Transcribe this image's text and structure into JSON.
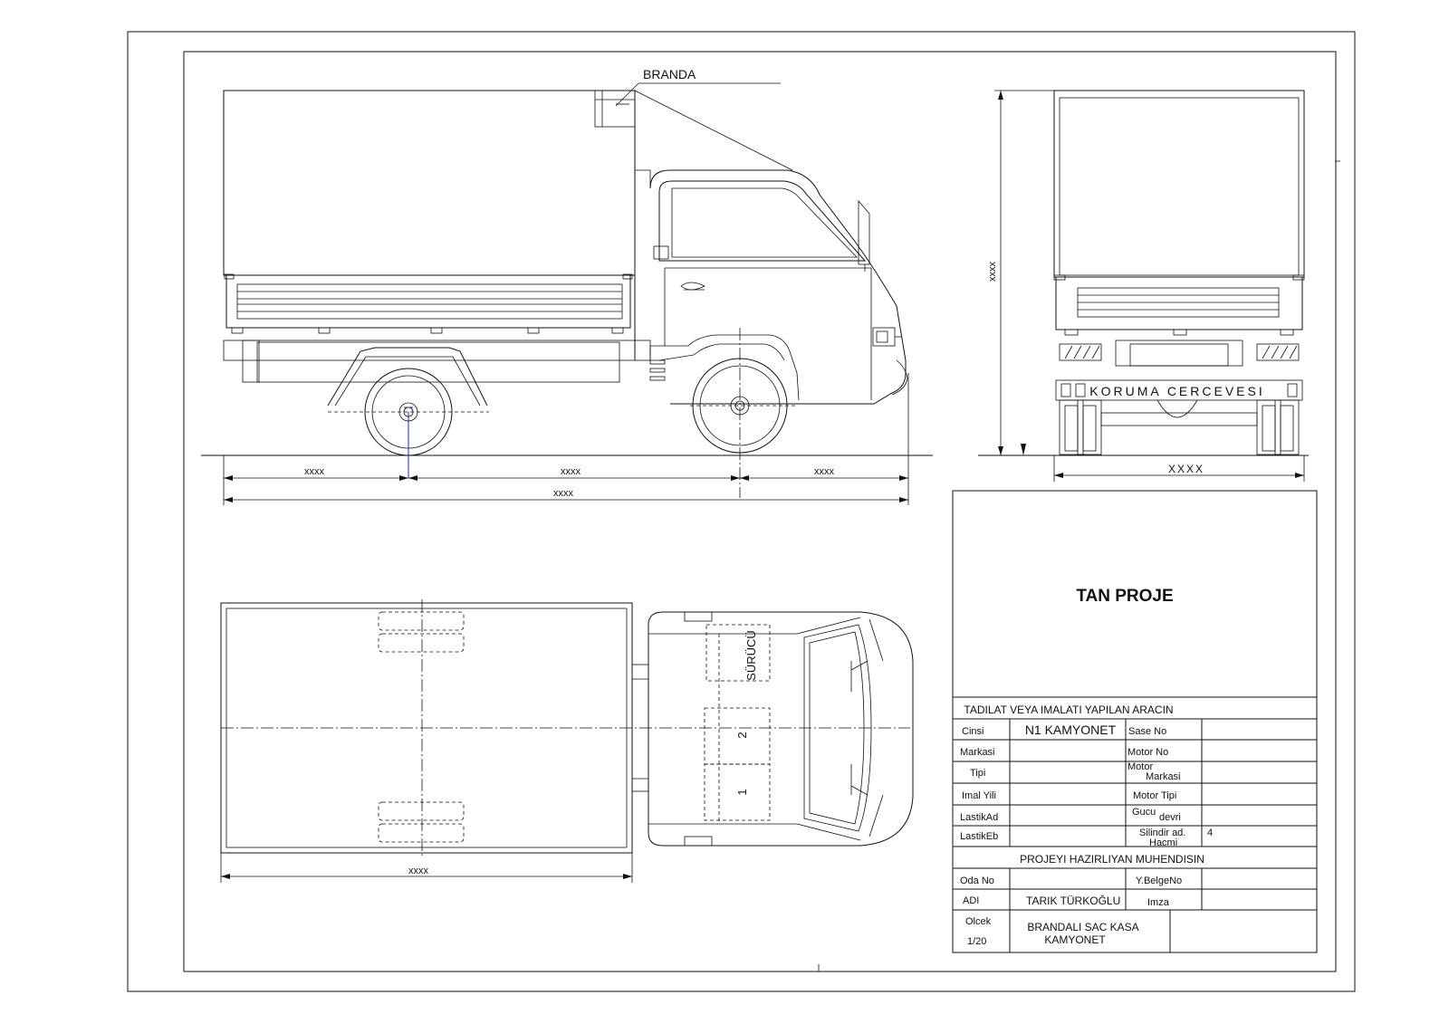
{
  "drawing": {
    "branda_label": "BRANDA",
    "koruma_label": "KORUMA CERCEVESI",
    "surucu_label": "SÜRÜCÜ",
    "seat_1": "1",
    "seat_2": "2",
    "side_view": {
      "dim_rear": "xxxx",
      "dim_wheelbase": "xxxx",
      "dim_front": "xxxx",
      "dim_total": "xxxx"
    },
    "rear_view": {
      "dim_height": "xxxx",
      "dim_width": "XXXX"
    },
    "top_view": {
      "dim_length": "xxxx"
    }
  },
  "title_block": {
    "company": "TAN PROJE",
    "section_vehicle": "TADILAT VEYA IMALATI YAPILAN ARACIN",
    "rows": {
      "cinsi_label": "Cinsi",
      "cinsi_value": "N1 KAMYONET",
      "sase_label": "Sase No",
      "markasi_label": "Markasi",
      "motor_no_label": "Motor No",
      "tipi_label": "Tipi",
      "motor_markasi_label_1": "Motor",
      "motor_markasi_label_2": "Markasi",
      "imal_label": "Imal Yili",
      "motor_tipi_label": "Motor Tipi",
      "lastik_ad_label": "LastikAd",
      "gucu_label": "Gucu",
      "devri_label": "devri",
      "lastik_eb_label": "LastikEb",
      "silindir_label_1": "Silindir ad.",
      "silindir_label_2": "Hacmi",
      "silindir_value": "4"
    },
    "section_engineer": "PROJEYI HAZIRLIYAN MUHENDISIN",
    "oda_label": "Oda No",
    "belge_label": "Y.BelgeNo",
    "adi_label": "ADI",
    "engineer_name": "TARIK TÜRKOĞLU",
    "imza_label": "Imza",
    "olcek_label": "Olcek",
    "olcek_value": "1/20",
    "project_title_1": "BRANDALI SAC KASA",
    "project_title_2": "KAMYONET"
  }
}
